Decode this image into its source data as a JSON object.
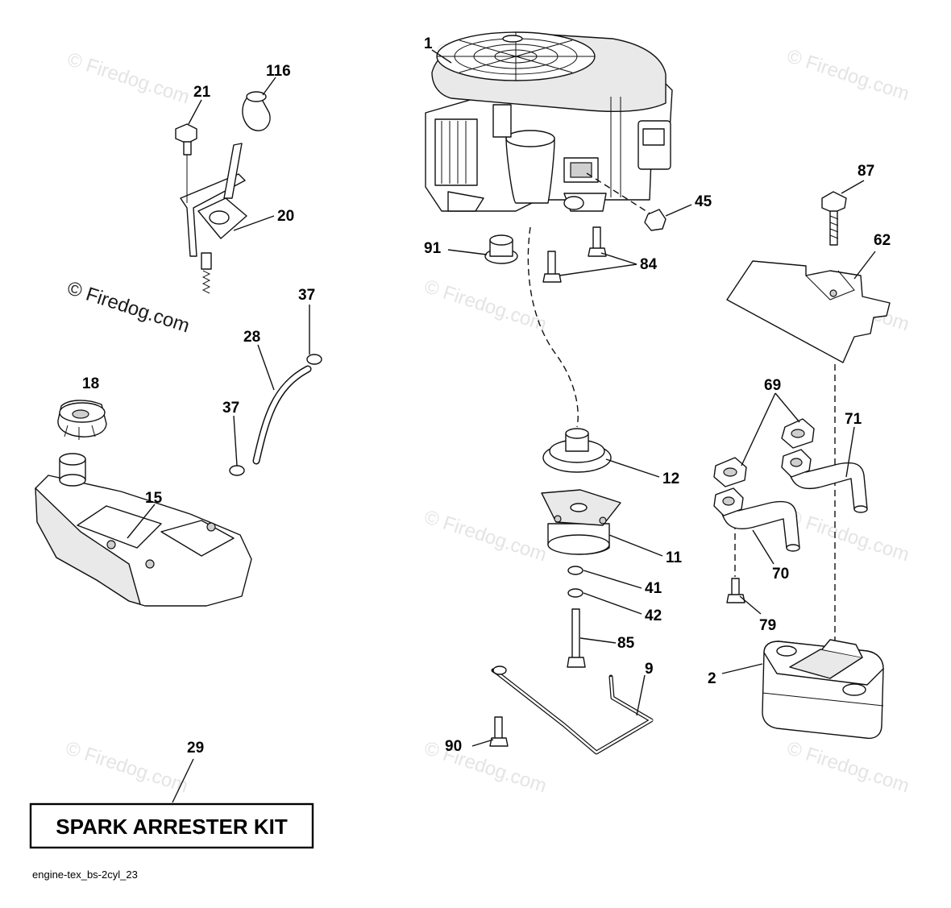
{
  "watermark": "© Firedog.com",
  "callouts": {
    "c1": "1",
    "c116": "116",
    "c21": "21",
    "c20": "20",
    "c45": "45",
    "c87": "87",
    "c62": "62",
    "c91": "91",
    "c84": "84",
    "c37a": "37",
    "c28": "28",
    "c37b": "37",
    "c18": "18",
    "c15": "15",
    "c12": "12",
    "c11": "11",
    "c41": "41",
    "c42": "42",
    "c85": "85",
    "c9": "9",
    "c90": "90",
    "c69": "69",
    "c71": "71",
    "c70": "70",
    "c79": "79",
    "c2": "2",
    "c29": "29"
  },
  "kit_label": "SPARK ARRESTER KIT",
  "footer_code": "engine-tex_bs-2cyl_23"
}
